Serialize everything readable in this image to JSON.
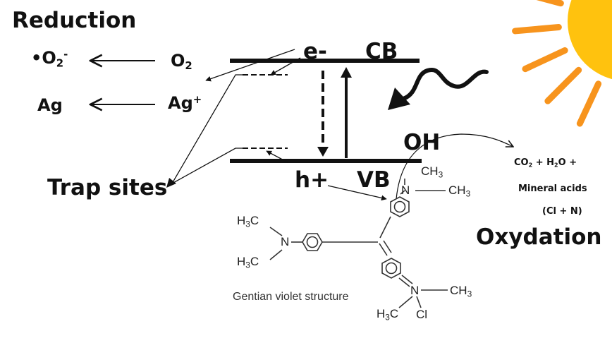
{
  "colors": {
    "sun_core": "#ffc20e",
    "sun_rays": "#f7941d",
    "ink": "#111111"
  },
  "labels": {
    "reduction": "Reduction",
    "superoxide": {
      "dot": "•",
      "base": "O",
      "sub": "2",
      "sup": "-"
    },
    "oxygen": {
      "base": "O",
      "sub": "2"
    },
    "silver": "Ag",
    "silver_ion": {
      "base": "Ag",
      "sup": "+"
    },
    "electron": "e-",
    "cb": "CB",
    "vb": "VB",
    "hole": "h+",
    "oh": "OH",
    "trap_sites": "Trap sites",
    "products": {
      "co": "CO",
      "co_sub": "2",
      "plus1": " + H",
      "h_sub": "2",
      "o_end": "O +"
    },
    "mineral_acids": "Mineral acids",
    "cl_n": "(Cl + N)",
    "oxydation": "Oxydation",
    "caption": "Gentian violet structure"
  },
  "molecule": {
    "ch3_top": {
      "base": "CH",
      "sub": "3"
    },
    "n_right": "N",
    "ch3_right": {
      "base": "CH",
      "sub": "3"
    },
    "h3c_top_left": {
      "h": "H",
      "sub": "3",
      "c": "C"
    },
    "n_left": "N",
    "h3c_bot_left": {
      "h": "H",
      "sub": "3",
      "c": "C"
    },
    "n_bottom": "N",
    "ch3_bottom_right": {
      "base": "CH",
      "sub": "3"
    },
    "h3c_bottom": {
      "h": "H",
      "sub": "3",
      "c": "C"
    },
    "cl": "Cl"
  }
}
